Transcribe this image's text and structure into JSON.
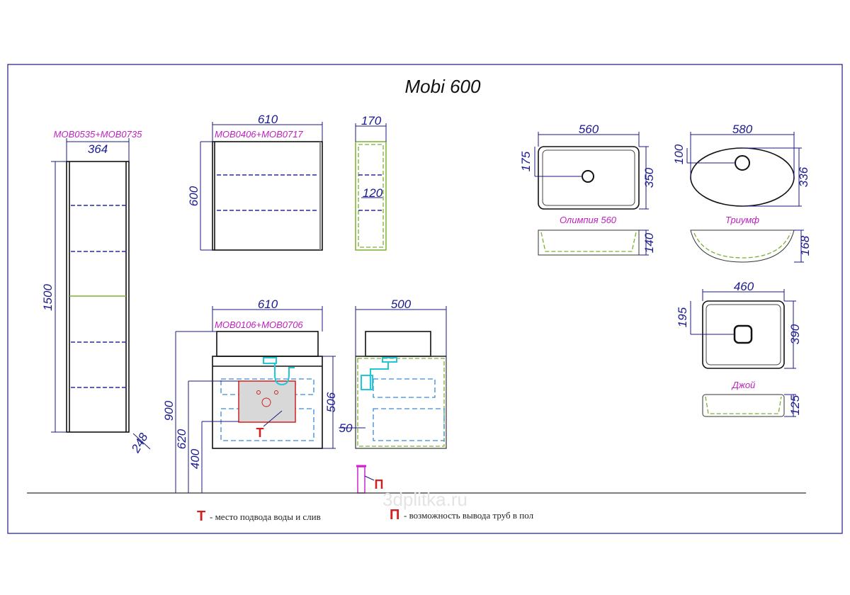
{
  "title": "Mobi 600",
  "tall_cabinet": {
    "code": "MOB0535+MOB0735",
    "width": "364",
    "height": "1500",
    "depth": "248"
  },
  "mirror_cabinet": {
    "code": "MOB0406+MOB0717",
    "width": "610",
    "height": "600",
    "depth": "170",
    "shelf": "120"
  },
  "vanity": {
    "code": "MOB0106+MOB0706",
    "width": "610",
    "height": "506",
    "depth": "500",
    "mount_height": "900",
    "water_height": "620",
    "drain_height": "400",
    "side_offset": "50",
    "marker_t": "Т",
    "marker_p": "П"
  },
  "basins": [
    {
      "name": "Олимпия 560",
      "width": "560",
      "drain_offset": "175",
      "depth": "350",
      "height": "140"
    },
    {
      "name": "Триумф",
      "width": "580",
      "drain_offset": "100",
      "depth": "336",
      "height": "168"
    },
    {
      "name": "Джой",
      "width": "460",
      "drain_offset": "195",
      "depth": "390",
      "height": "125"
    }
  ],
  "legend": [
    {
      "symbol": "Т",
      "text": "- место подвода воды и слив"
    },
    {
      "symbol": "П",
      "text": "- возможность вывода труб в пол"
    }
  ],
  "watermark": "3dplitka.ru",
  "colors": {
    "dimension": "#1a1a80",
    "label": "#c020c0",
    "marker": "#d02020",
    "pipe": "#20c8d8",
    "hidden": "#7ab030"
  }
}
